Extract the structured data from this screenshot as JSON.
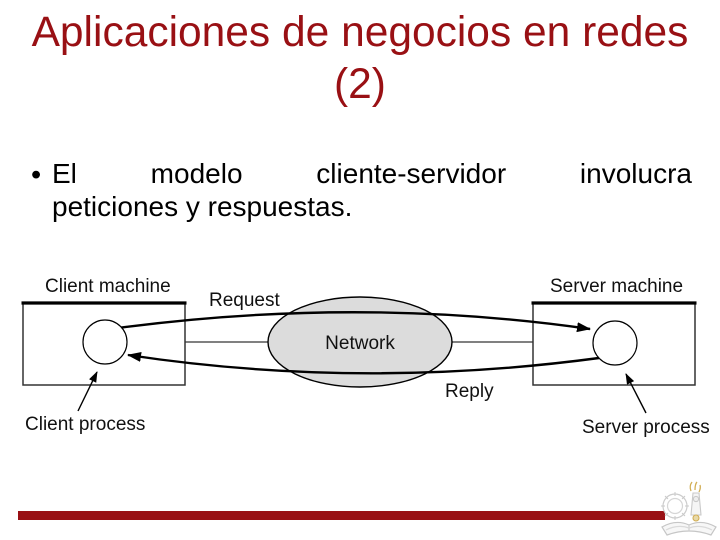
{
  "slide": {
    "background_color": "#ffffff",
    "accent_color": "#991014",
    "title": {
      "line1": "Aplicaciones de negocios en redes",
      "line2": "(2)"
    },
    "bullet": {
      "marker": "•",
      "line1": "El modelo cliente-servidor involucra",
      "line2": "peticiones y respuestas."
    }
  },
  "diagram": {
    "type": "client-server-network-figure",
    "client_machine_label": "Client machine",
    "server_machine_label": "Server machine",
    "client_process_label": "Client process",
    "server_process_label": "Server process",
    "request_label": "Request",
    "reply_label": "Reply",
    "network_label": "Network",
    "network_fill_color": "#dcdcdc",
    "line_color": "#000000"
  },
  "footer": {
    "bar_color": "#991014",
    "logo_name": "university-crest"
  }
}
